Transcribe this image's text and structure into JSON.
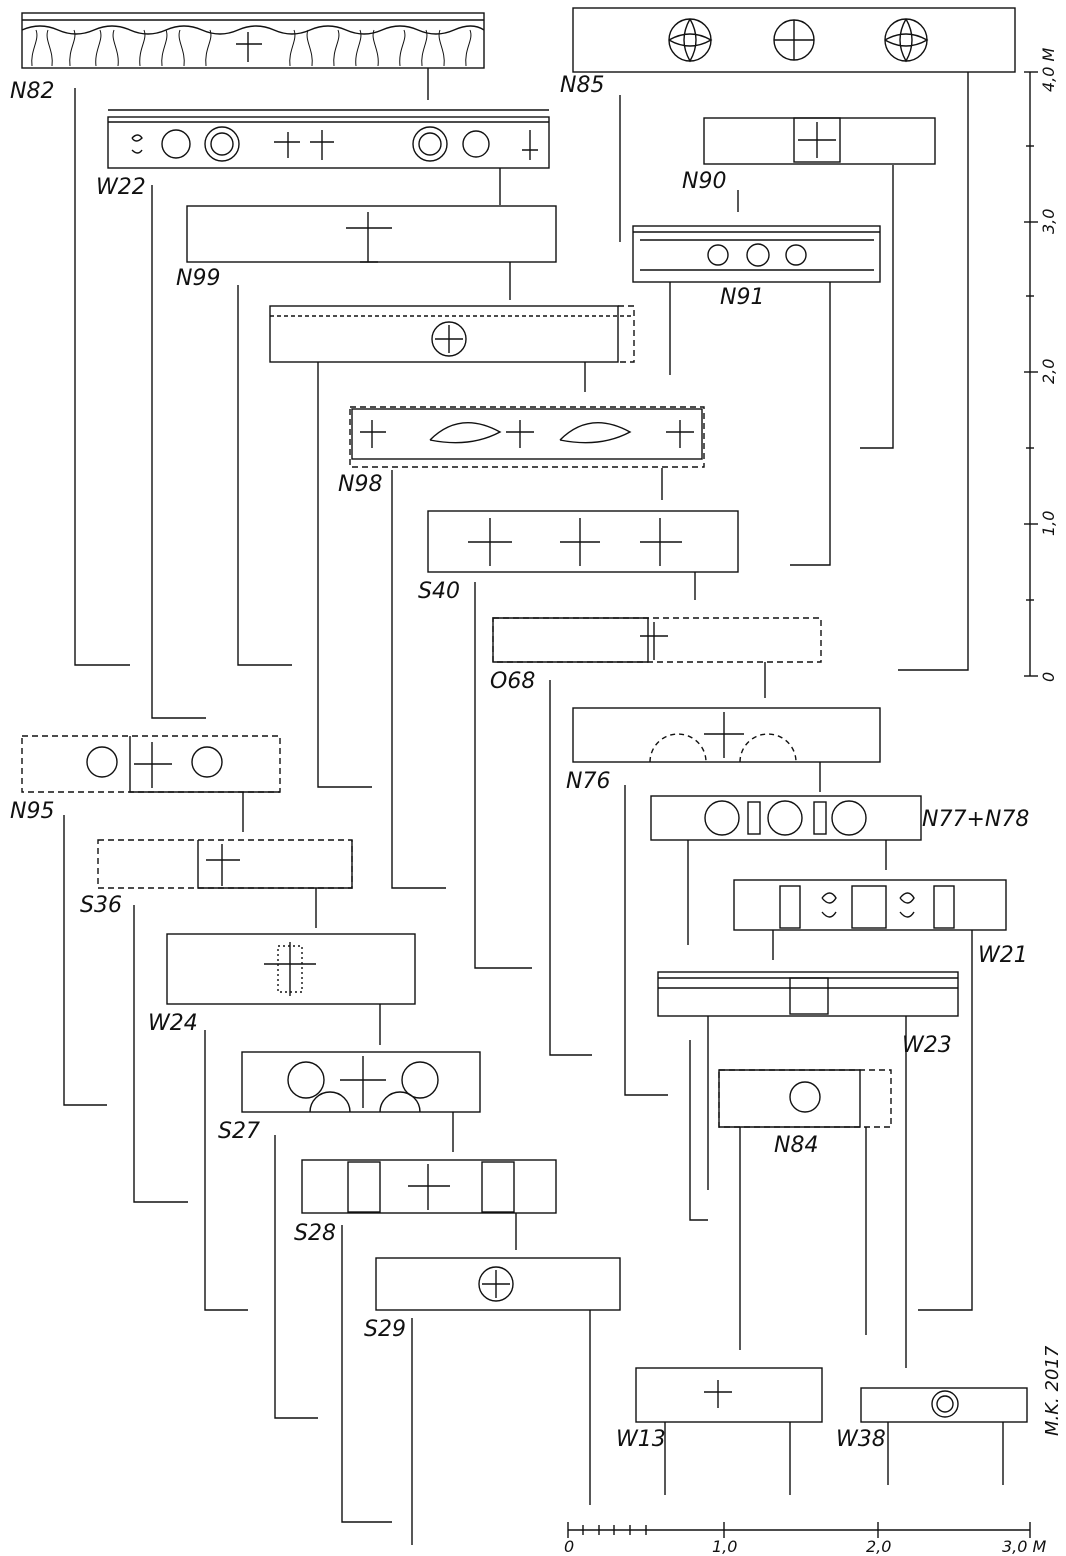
{
  "blocks": [
    {
      "id": "N82"
    },
    {
      "id": "W22"
    },
    {
      "id": "N99"
    },
    {
      "id": "N98"
    },
    {
      "id": "N95"
    },
    {
      "id": "S36"
    },
    {
      "id": "W24"
    },
    {
      "id": "S27"
    },
    {
      "id": "S28"
    },
    {
      "id": "S29"
    },
    {
      "id": "N85"
    },
    {
      "id": "N90"
    },
    {
      "id": "N91"
    },
    {
      "id": "S40"
    },
    {
      "id": "O68"
    },
    {
      "id": "N76"
    },
    {
      "id": "N77+N78"
    },
    {
      "id": "W21"
    },
    {
      "id": "W23"
    },
    {
      "id": "N84"
    },
    {
      "id": "W13"
    },
    {
      "id": "W38"
    }
  ],
  "vertical_scale": {
    "ticks": [
      "4,0 M",
      "3,0",
      "2,0",
      "1,0",
      "0"
    ]
  },
  "horizontal_scale": {
    "ticks": [
      "0",
      "1,0",
      "2,0",
      "3,0 M"
    ]
  },
  "signature": "M.K. 2017"
}
